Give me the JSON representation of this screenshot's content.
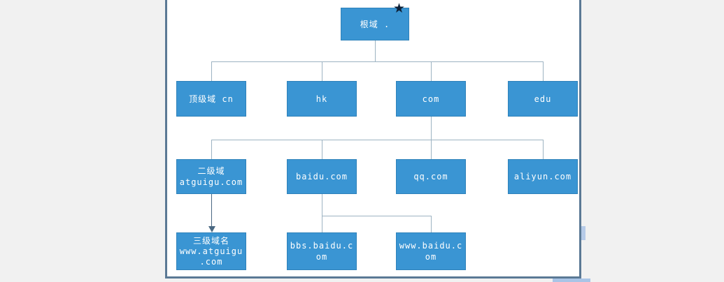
{
  "diagram": {
    "type": "tree",
    "description": "DNS domain name hierarchy",
    "colors": {
      "node_fill": "#3a95d3",
      "node_border": "#2f82ba",
      "connector": "#9db3c2",
      "arrow": "#4a6882",
      "frame_border": "#5b7995",
      "canvas": "#ffffff",
      "page_background": "#f1f1f1",
      "text": "#ffffff",
      "scrollbar": "#b6cbe8"
    }
  },
  "icons": {
    "star": "★"
  },
  "nodes": {
    "root": {
      "label": "根域 ."
    },
    "cn": {
      "label": "顶级域 cn"
    },
    "hk": {
      "label": "hk"
    },
    "com": {
      "label": "com"
    },
    "edu": {
      "label": "edu"
    },
    "atguigu": {
      "label": "二级域\natguigu.com"
    },
    "baidu": {
      "label": "baidu.com"
    },
    "qq": {
      "label": "qq.com"
    },
    "aliyun": {
      "label": "aliyun.com"
    },
    "www_atguigu": {
      "label": "三级域名\nwww.atguigu\n.com"
    },
    "bbs_baidu": {
      "label": "bbs.baidu.c\nom"
    },
    "www_baidu": {
      "label": "www.baidu.c\nom"
    }
  },
  "edges": [
    {
      "from": "root",
      "to": "cn",
      "style": "plain"
    },
    {
      "from": "root",
      "to": "hk",
      "style": "plain"
    },
    {
      "from": "root",
      "to": "com",
      "style": "plain"
    },
    {
      "from": "root",
      "to": "edu",
      "style": "plain"
    },
    {
      "from": "com",
      "to": "atguigu",
      "style": "plain"
    },
    {
      "from": "com",
      "to": "baidu",
      "style": "plain"
    },
    {
      "from": "com",
      "to": "qq",
      "style": "plain"
    },
    {
      "from": "com",
      "to": "aliyun",
      "style": "plain"
    },
    {
      "from": "atguigu",
      "to": "www_atguigu",
      "style": "arrow"
    },
    {
      "from": "baidu",
      "to": "bbs_baidu",
      "style": "plain"
    },
    {
      "from": "baidu",
      "to": "www_baidu",
      "style": "plain"
    }
  ]
}
